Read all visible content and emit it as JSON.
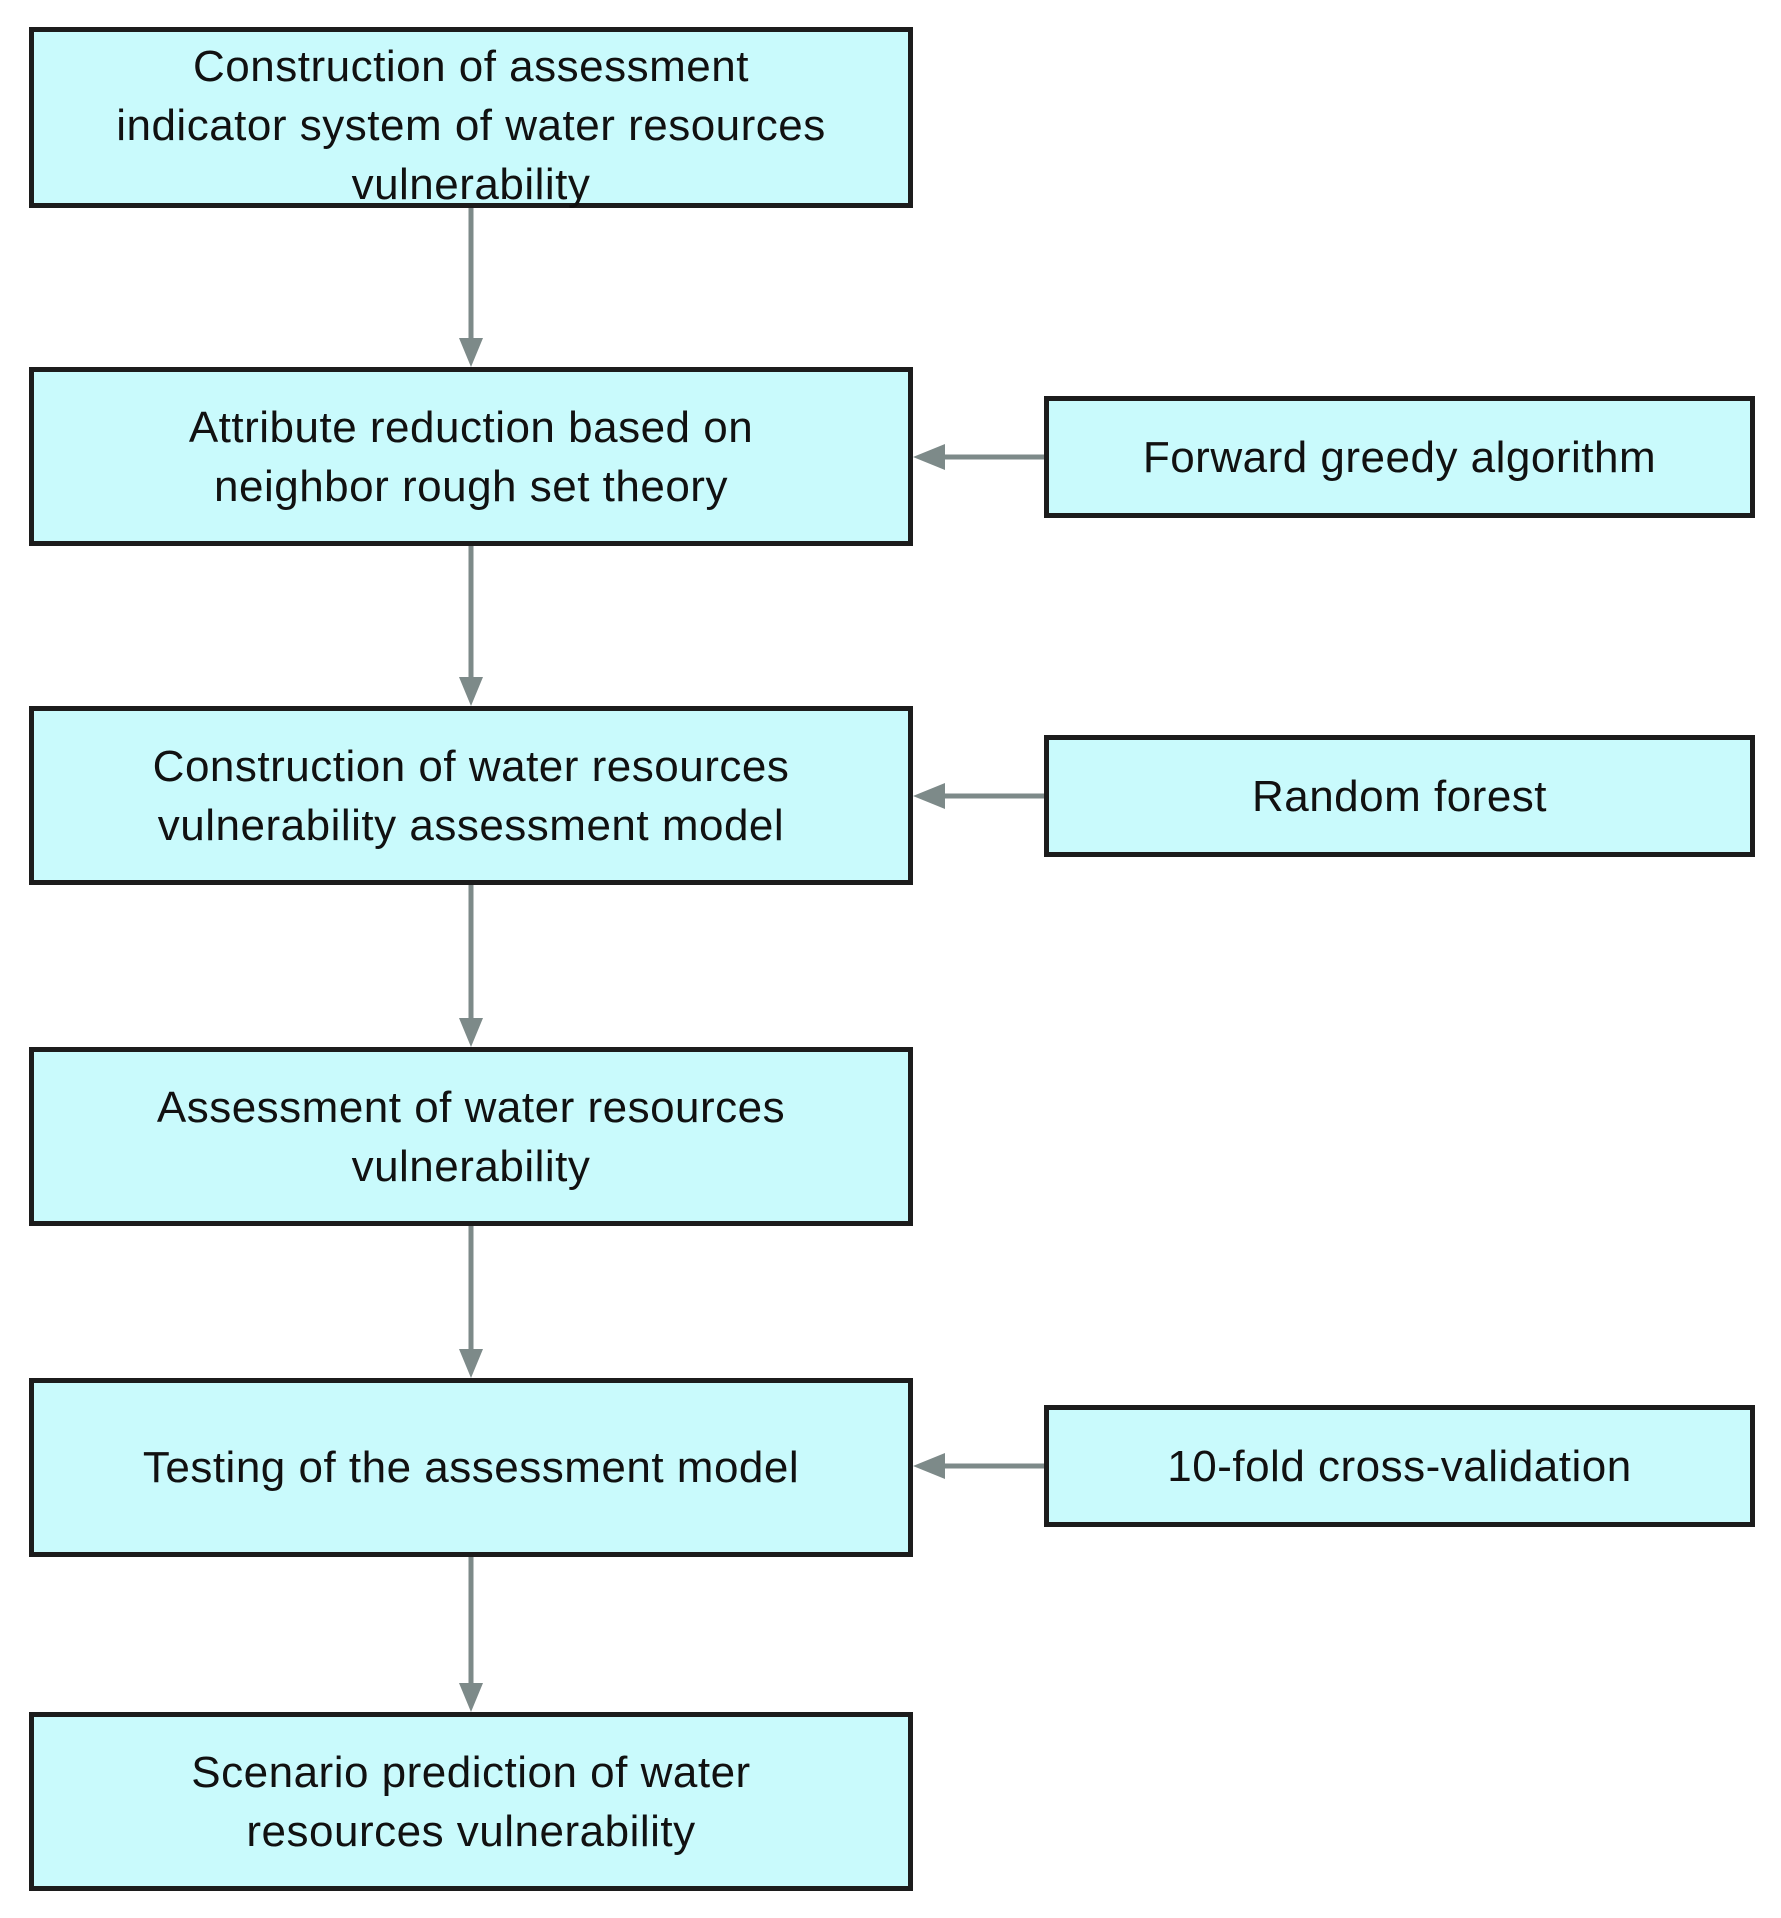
{
  "colors": {
    "box_fill": "#c9fafc",
    "box_border": "#1c1c1c",
    "arrow": "#7d8a89"
  },
  "steps": [
    {
      "id": "n1",
      "lines": [
        "Construction of assessment",
        "indicator system of water resources",
        "vulnerability"
      ]
    },
    {
      "id": "n2",
      "lines": [
        "Attribute reduction based on",
        "neighbor rough set theory"
      ]
    },
    {
      "id": "n3",
      "lines": [
        "Construction of water resources",
        "vulnerability assessment model"
      ]
    },
    {
      "id": "n4",
      "lines": [
        "Assessment of water resources",
        "vulnerability"
      ]
    },
    {
      "id": "n5",
      "lines": [
        "Testing of the assessment model"
      ]
    },
    {
      "id": "n6",
      "lines": [
        "Scenario prediction of water",
        "resources vulnerability"
      ]
    }
  ],
  "methods": [
    {
      "id": "s1",
      "label": "Forward greedy algorithm",
      "target": "n2"
    },
    {
      "id": "s2",
      "label": "Random forest",
      "target": "n3"
    },
    {
      "id": "s3",
      "label": "10-fold cross-validation",
      "target": "n5"
    }
  ]
}
